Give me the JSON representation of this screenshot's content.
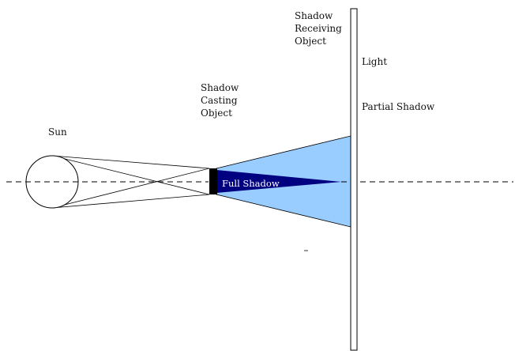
{
  "labels": {
    "sun": "Sun",
    "shadow_casting_object": [
      "Shadow",
      "Casting",
      "Object"
    ],
    "shadow_receiving_object": [
      "Shadow",
      "Receiving",
      "Object"
    ],
    "light": "Light",
    "partial_shadow": "Partial Shadow",
    "full_shadow": "Full Shadow"
  },
  "colors": {
    "partial_shadow_fill": "#99CCFF",
    "full_shadow_fill": "#000080",
    "casting_object_fill": "#000000",
    "line": "#000000"
  }
}
